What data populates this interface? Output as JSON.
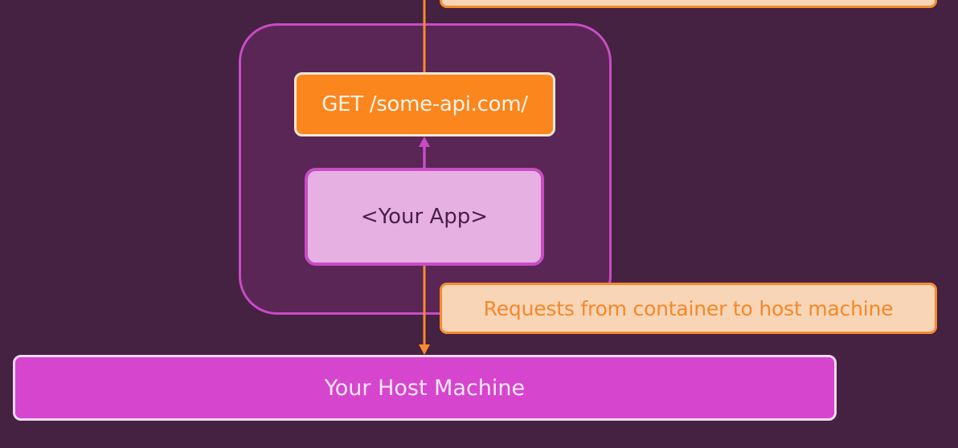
{
  "diagram": {
    "get_request_label": "GET /some-api.com/",
    "app_label": "<Your App>",
    "request_note": "Requests from container to host machine",
    "host_label": "Your Host Machine"
  },
  "colors": {
    "background": "#452142",
    "container_fill": "#5a2656",
    "container_border": "#c84cc4",
    "request_orange": "#fb861e",
    "note_fill": "#f7d5b6",
    "app_fill": "#e6b0e2",
    "host_fill": "#d645ce"
  }
}
